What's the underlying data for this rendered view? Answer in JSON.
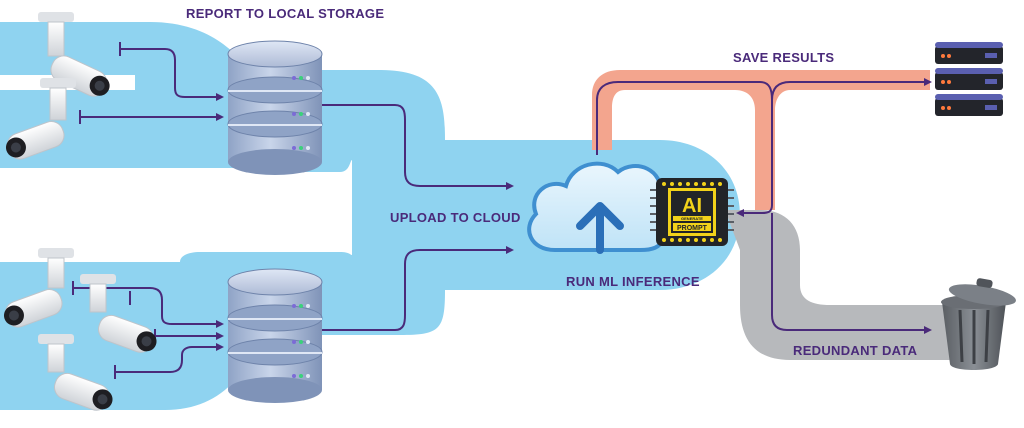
{
  "labels": {
    "report_local_storage": "REPORT TO LOCAL STORAGE",
    "save_results": "SAVE RESULTS",
    "upload_to_cloud": "UPLOAD TO CLOUD",
    "run_ml_inference": "RUN ML INFERENCE",
    "redundant_data": "REDUNDANT DATA"
  },
  "chip": {
    "main": "AI",
    "line1": "GENERATE",
    "line2": "PROMPT"
  },
  "colors": {
    "flow_blue": "#8fd3f0",
    "save_path": "#f3a58e",
    "redundant_path": "#b7b9bc",
    "arrow": "#4a2a7a",
    "label": "#4a2a7a"
  },
  "icons": [
    "security-camera-icon",
    "database-icon",
    "cloud-upload-icon",
    "ai-chip-icon",
    "server-rack-icon",
    "trash-can-icon"
  ]
}
